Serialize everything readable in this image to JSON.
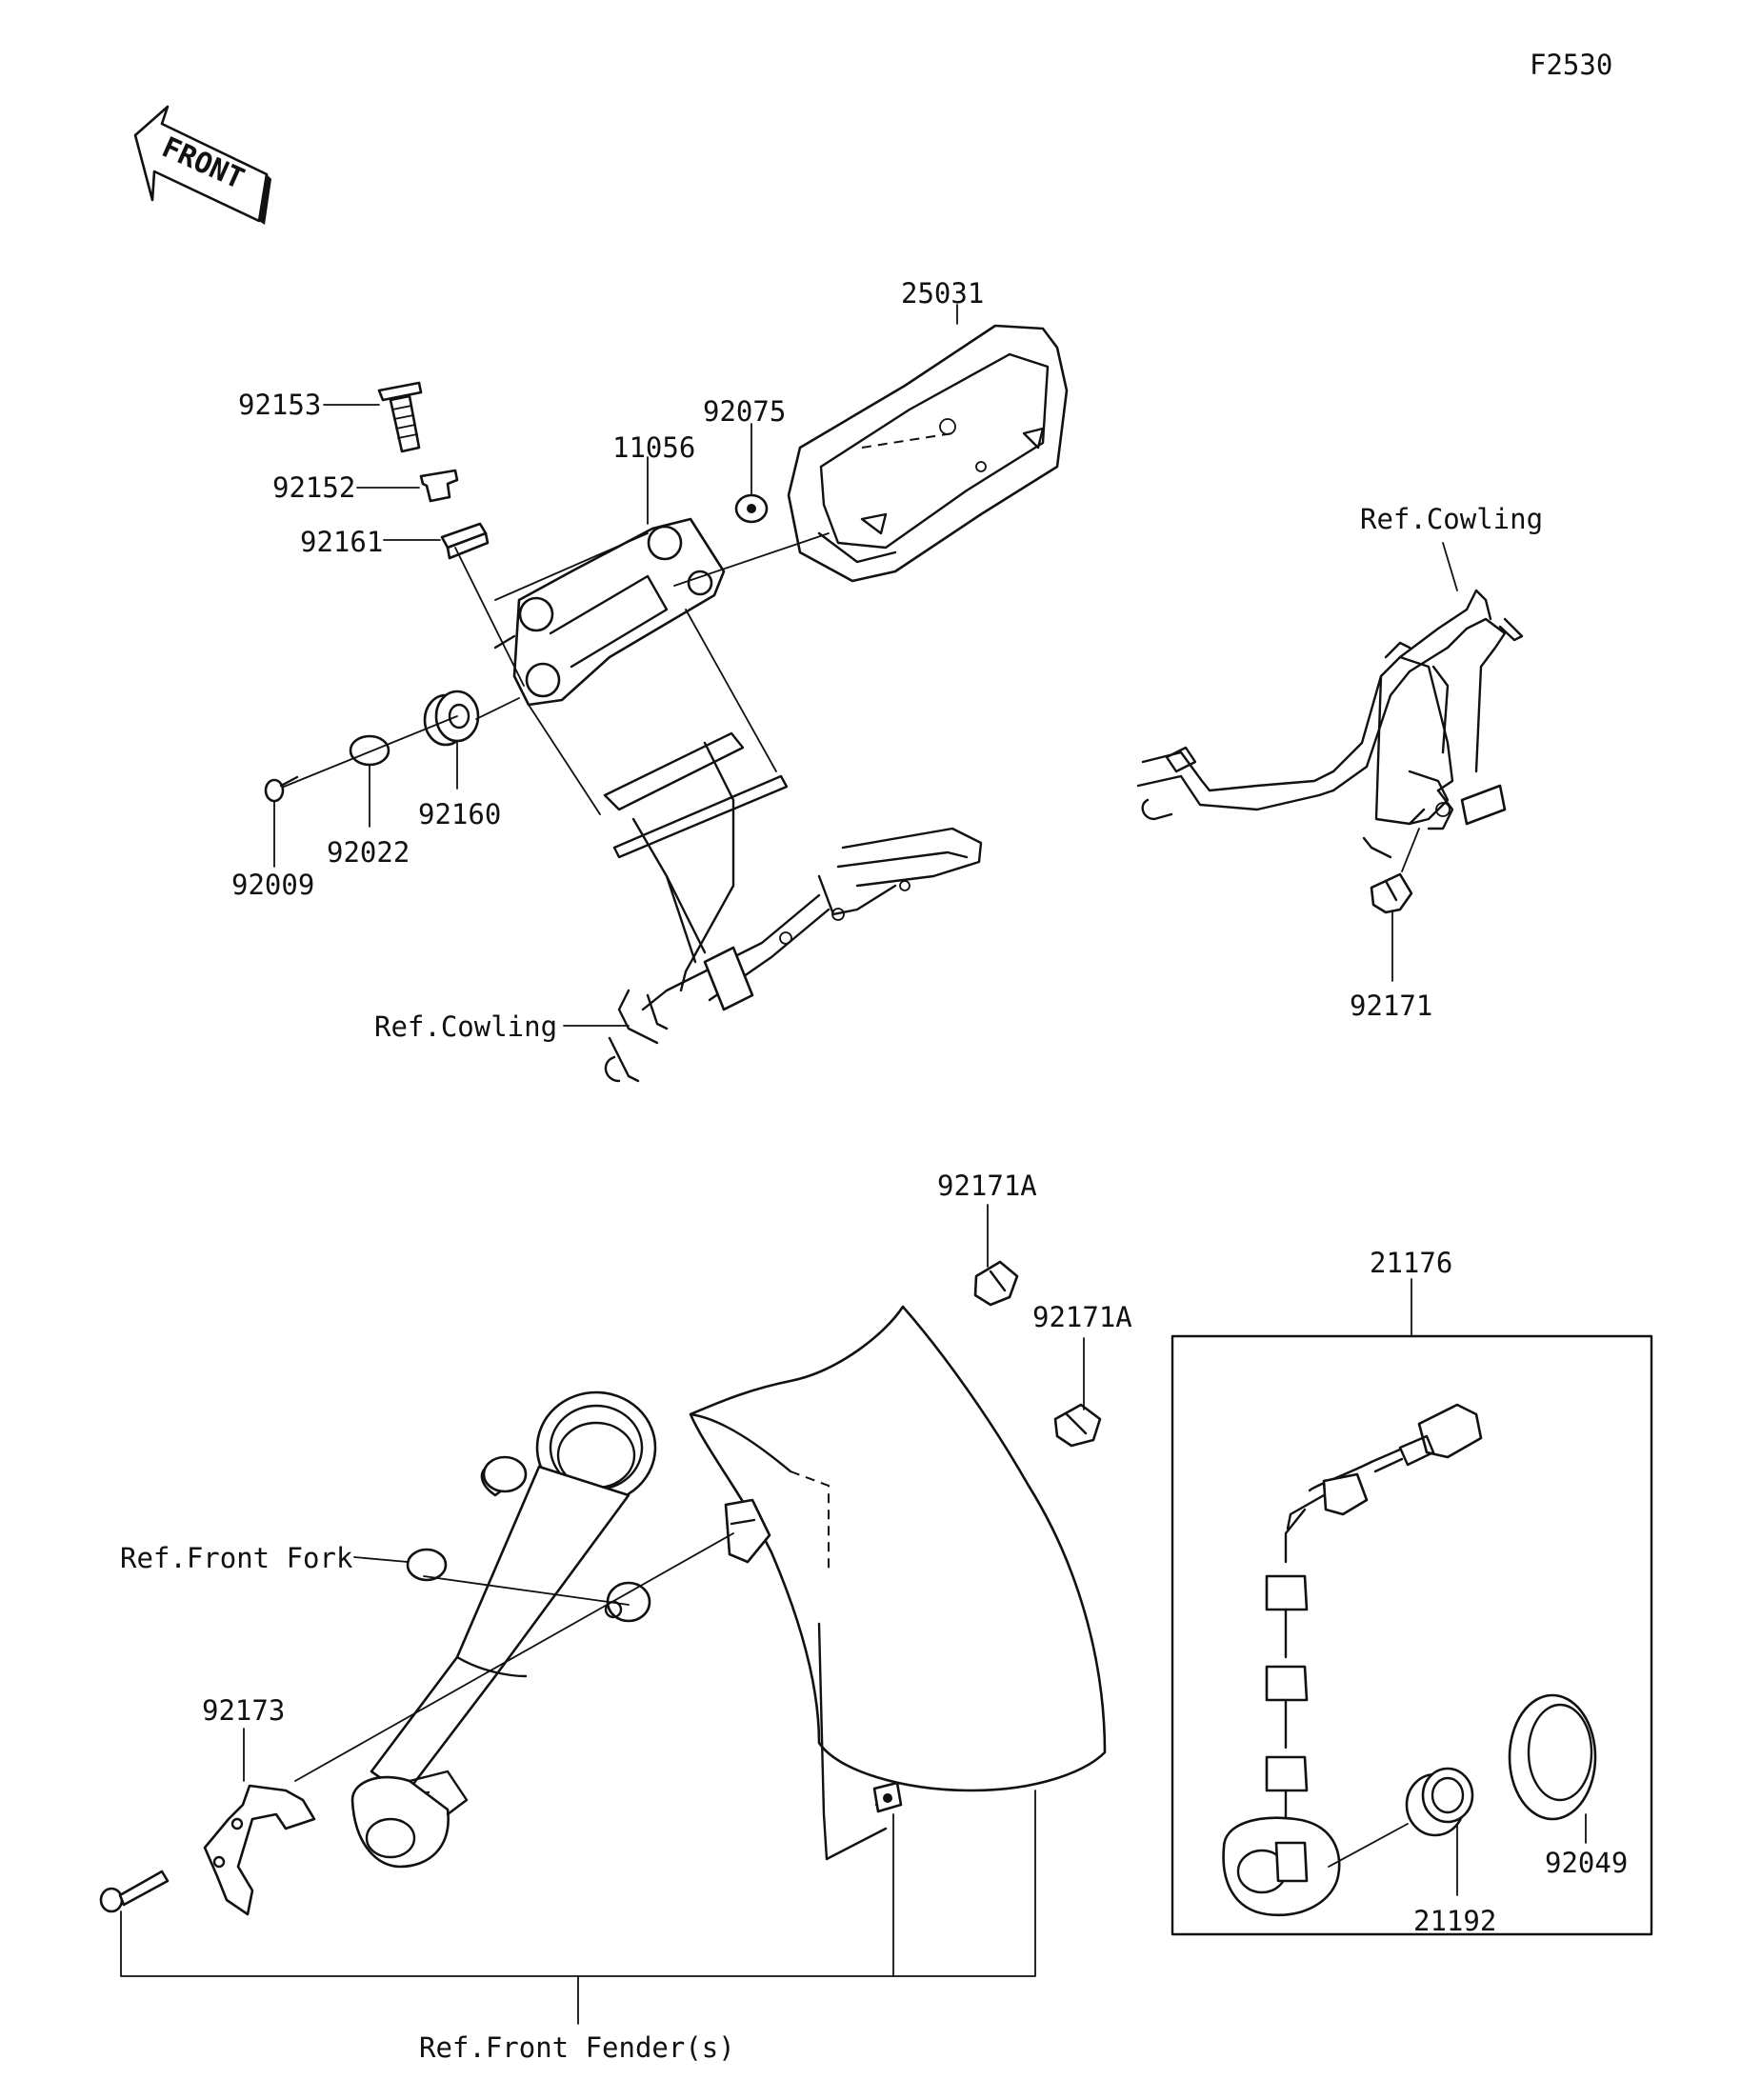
{
  "figure_code": "F2530",
  "front_arrow_label": "FRONT",
  "callouts": {
    "p25031": "25031",
    "p92153": "92153",
    "p92075": "92075",
    "p11056": "11056",
    "p92152": "92152",
    "p92161": "92161",
    "p92160": "92160",
    "p92022": "92022",
    "p92009": "92009",
    "ref_cowling_left": "Ref.Cowling",
    "ref_cowling_right": "Ref.Cowling",
    "p92171": "92171",
    "p92171a_top": "92171A",
    "p92171a_mid": "92171A",
    "p21176": "21176",
    "ref_front_fork": "Ref.Front Fork",
    "p92173": "92173",
    "p92049": "92049",
    "p21192": "21192",
    "ref_front_fenders": "Ref.Front Fender(s)"
  }
}
